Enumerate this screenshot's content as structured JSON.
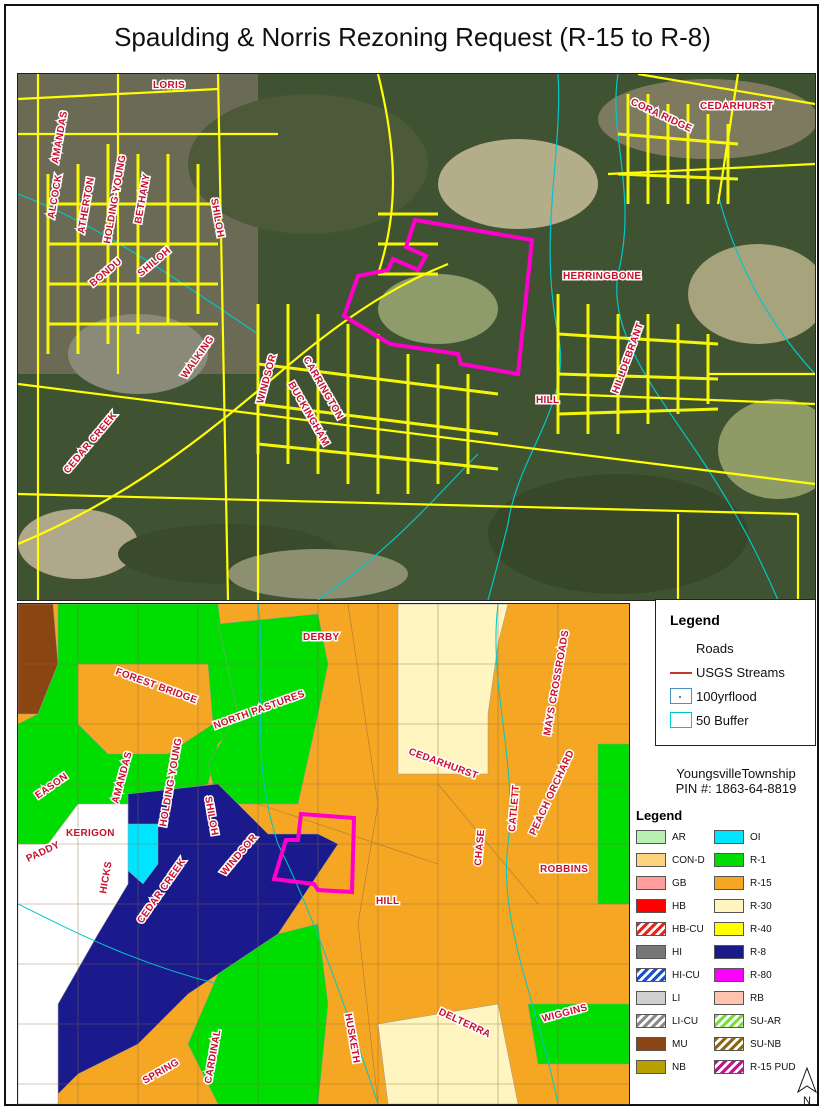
{
  "title": "Spaulding & Norris Rezoning Request (R-15 to R-8)",
  "aerial_labels": [
    "LORIS",
    "AMANDAS",
    "ALCOCK",
    "ATHERTON",
    "HOLDING-YOUNG",
    "BETHANY",
    "SHILOH",
    "BONDU",
    "SHILOH",
    "WALKING",
    "CEDAR CREEK",
    "WINDSOR",
    "CARRINGTON",
    "BUCKINGHAM",
    "HERRINGBONE",
    "HILLDEBRANT",
    "HILL",
    "CEDARHURST",
    "CORA RIDGE"
  ],
  "zoning_labels": [
    "FOREST BRIDGE",
    "DERBY",
    "NORTH PASTURES",
    "AMANDAS",
    "HOLDING-YOUNG",
    "SHILOH",
    "EASON",
    "KERIGON",
    "PADDY",
    "HICKS",
    "CEDAR CREEK",
    "WINDSOR",
    "HILL",
    "CEDARHURST",
    "CHASE",
    "CATLETT",
    "MAYS CROSSROADS",
    "PEACH ORCHARD",
    "ROBBINS",
    "DELTERRA",
    "WIGGINS",
    "HUSKETH",
    "CARDINAL",
    "SPRING"
  ],
  "legend_top": {
    "title": "Legend",
    "items": [
      {
        "label": "Roads",
        "kind": "road"
      },
      {
        "label": "USGS Streams",
        "kind": "stream"
      },
      {
        "label": "100yrflood",
        "kind": "flood"
      },
      {
        "label": "50 Buffer",
        "kind": "buffer"
      }
    ]
  },
  "township": {
    "name": "YoungsvilleTownship",
    "pin": "PIN #: 1863-64-8819"
  },
  "legend_zoning": {
    "title": "Legend",
    "items": [
      {
        "label": "AR",
        "color": "#b7f0b1",
        "hatch": false
      },
      {
        "label": "OI",
        "color": "#00e5ff",
        "hatch": false
      },
      {
        "label": "CON-D",
        "color": "#ffd27f",
        "hatch": false
      },
      {
        "label": "R-1",
        "color": "#00dd00",
        "hatch": false
      },
      {
        "label": "GB",
        "color": "#ff9d9d",
        "hatch": false
      },
      {
        "label": "R-15",
        "color": "#f5a623",
        "hatch": false
      },
      {
        "label": "HB",
        "color": "#ff0000",
        "hatch": false
      },
      {
        "label": "R-30",
        "color": "#fff5c0",
        "hatch": false
      },
      {
        "label": "HB-CU",
        "color": "#e8251c",
        "hatch": true
      },
      {
        "label": "R-40",
        "color": "#ffff00",
        "hatch": false
      },
      {
        "label": "HI",
        "color": "#777777",
        "hatch": false
      },
      {
        "label": "R-8",
        "color": "#1a1a8c",
        "hatch": false
      },
      {
        "label": "HI-CU",
        "color": "#1a4fd0",
        "hatch": true
      },
      {
        "label": "R-80",
        "color": "#ff00ff",
        "hatch": false
      },
      {
        "label": "LI",
        "color": "#cfcfcf",
        "hatch": false
      },
      {
        "label": "RB",
        "color": "#ffc3b0",
        "hatch": false
      },
      {
        "label": "LI-CU",
        "color": "#8a8a8a",
        "hatch": true
      },
      {
        "label": "SU-AR",
        "color": "#7bdc3c",
        "hatch": true
      },
      {
        "label": "MU",
        "color": "#8b4513",
        "hatch": false
      },
      {
        "label": "SU-NB",
        "color": "#8b6914",
        "hatch": true
      },
      {
        "label": "NB",
        "color": "#b8a000",
        "hatch": false
      },
      {
        "label": "R-15 PUD",
        "color": "#c0148c",
        "hatch": true
      }
    ]
  },
  "north_label": "N",
  "colors": {
    "roads": "#ffff00",
    "site": "#ff00cc",
    "stream": "#00c8c8",
    "r15": "#f5a623",
    "r8": "#1a1a8c",
    "r1": "#00dd00",
    "r30": "#fff5c0"
  }
}
